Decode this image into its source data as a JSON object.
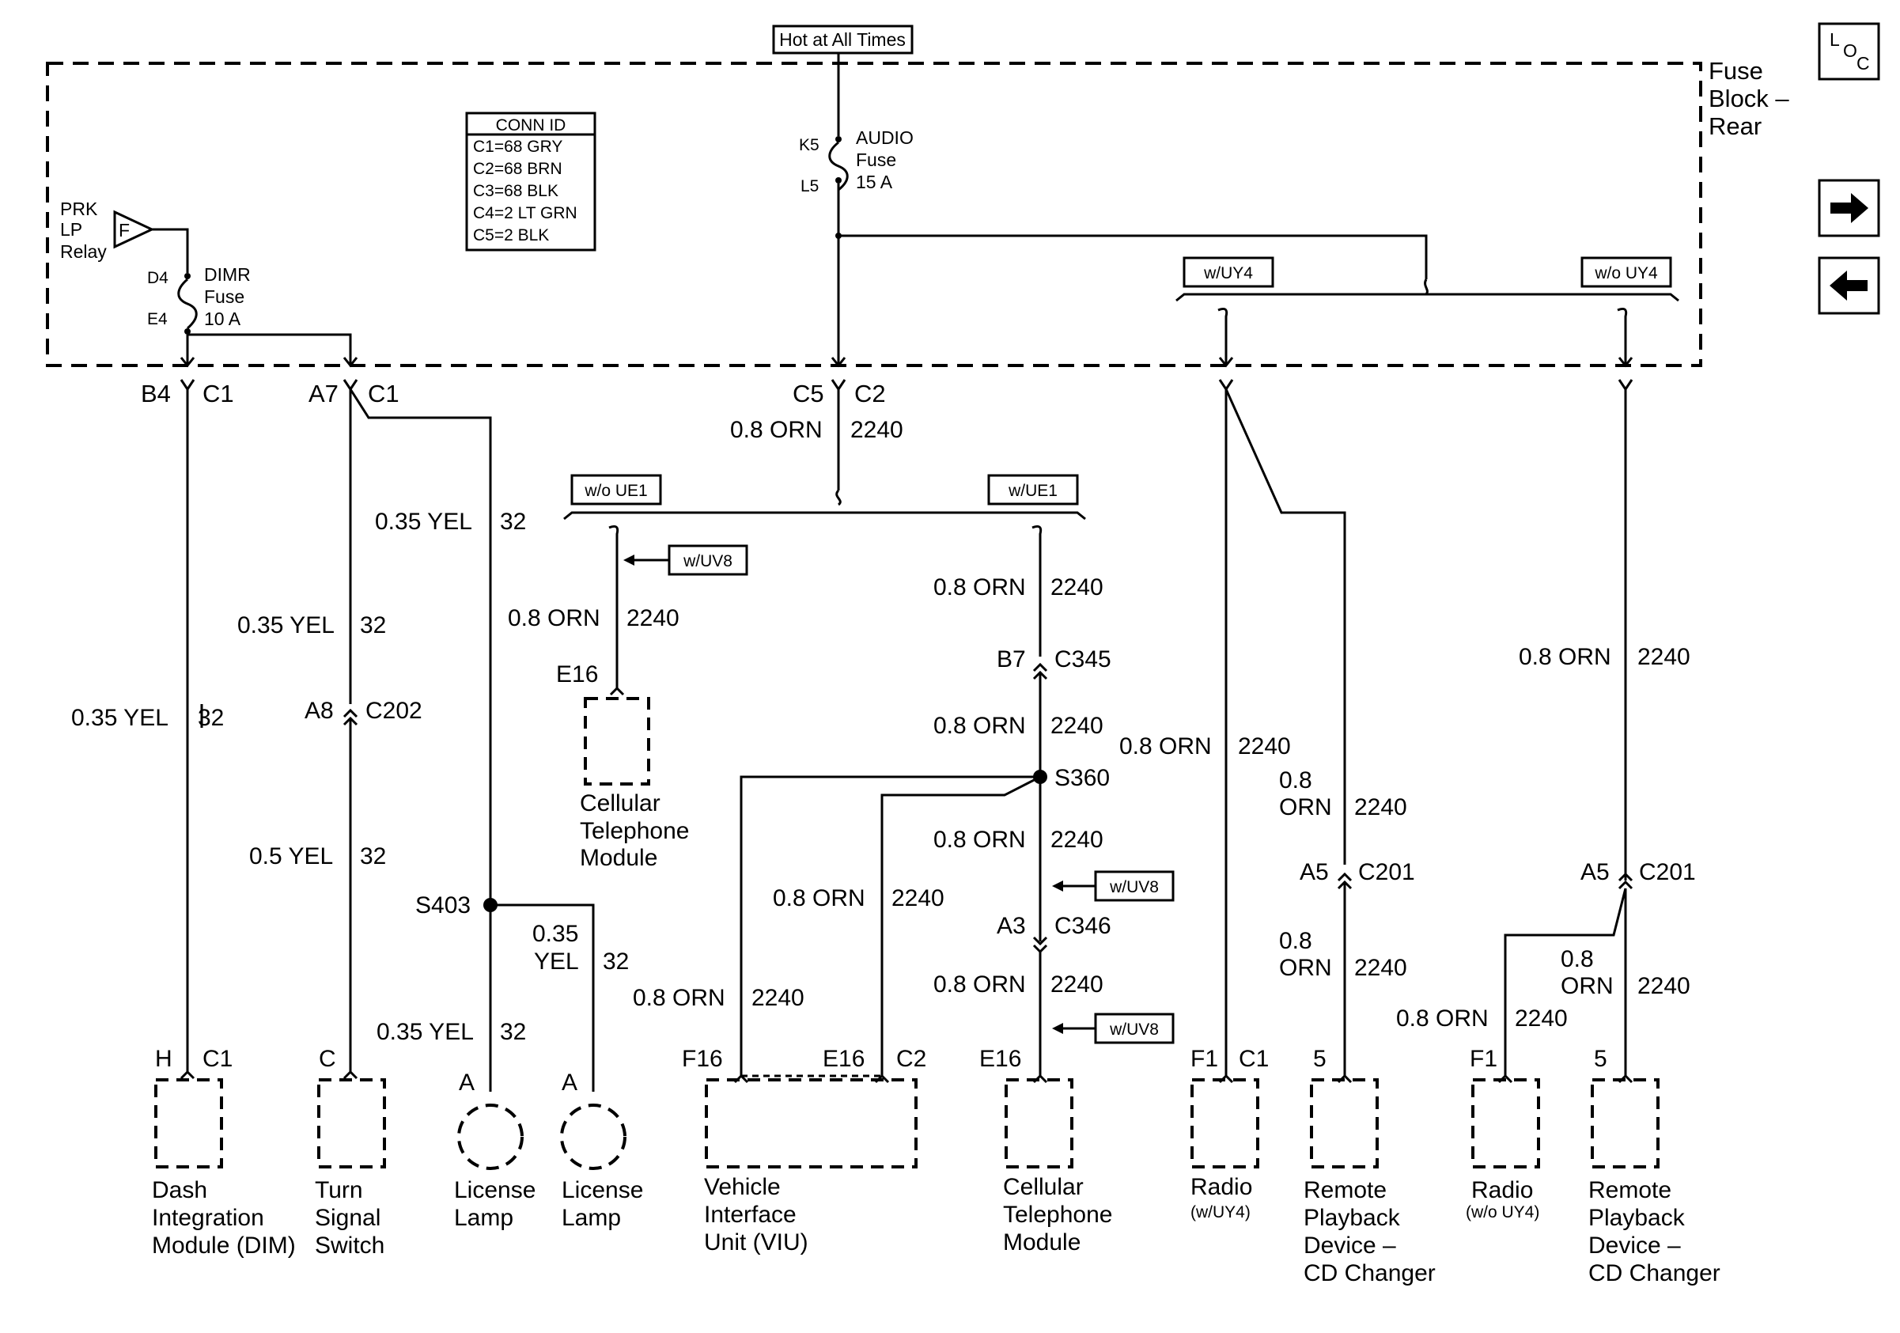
{
  "power": {
    "hot": "Hot at All Times"
  },
  "fuse_block": {
    "line1": "Fuse",
    "line2": "Block –",
    "line3": "Rear"
  },
  "conn_id": {
    "title": "CONN ID",
    "rows": [
      "C1=68 GRY",
      "C2=68 BRN",
      "C3=68 BLK",
      "C4=2 LT GRN",
      "C5=2 BLK"
    ]
  },
  "relay": {
    "line1": "PRK",
    "line2": "LP",
    "line3": "Relay",
    "pin": "F"
  },
  "dimr_fuse": {
    "in": "D4",
    "out": "E4",
    "name1": "DIMR",
    "name2": "Fuse",
    "rating": "10 A"
  },
  "audio_fuse": {
    "in": "K5",
    "out": "L5",
    "name1": "AUDIO",
    "name2": "Fuse",
    "rating": "15 A"
  },
  "options": {
    "w_uy4": "w/UY4",
    "wo_uy4": "w/o UY4",
    "wo_ue1": "w/o UE1",
    "w_ue1": "w/UE1",
    "w_uv8": "w/UV8"
  },
  "connectors": {
    "b4": "B4",
    "c1": "C1",
    "a7": "A7",
    "c5": "C5",
    "c2": "C2",
    "a8": "A8",
    "c202": "C202",
    "b7": "B7",
    "c345": "C345",
    "a3": "A3",
    "c346": "C346",
    "a5": "A5",
    "c201": "C201",
    "e16": "E16",
    "f16": "F16",
    "f1": "F1",
    "h": "H",
    "c": "C",
    "a": "A",
    "five": "5"
  },
  "splices": {
    "s403": "S403",
    "s360": "S360"
  },
  "wires": {
    "yel035": "0.35 YEL",
    "yel05": "0.5 YEL",
    "yel_035_top": "0.35",
    "yel_word": "YEL",
    "c32": "32",
    "orn08": "0.8 ORN",
    "orn_08_top": "0.8",
    "orn_word": "ORN",
    "c2240": "2240"
  },
  "components": {
    "dim": [
      "Dash",
      "Integration",
      "Module (DIM)"
    ],
    "turn": [
      "Turn",
      "Signal",
      "Switch"
    ],
    "lic": [
      "License",
      "Lamp"
    ],
    "cell": [
      "Cellular",
      "Telephone",
      "Module"
    ],
    "viu": [
      "Vehicle",
      "Interface",
      "Unit (VIU)"
    ],
    "radio": "Radio",
    "radio_w": "(w/UY4)",
    "radio_wo": "(w/o UY4)",
    "remote": [
      "Remote",
      "Playback",
      "Device –",
      "CD Changer"
    ]
  },
  "nav": {
    "loc_l": "L",
    "loc_o": "O",
    "loc_c": "C"
  }
}
